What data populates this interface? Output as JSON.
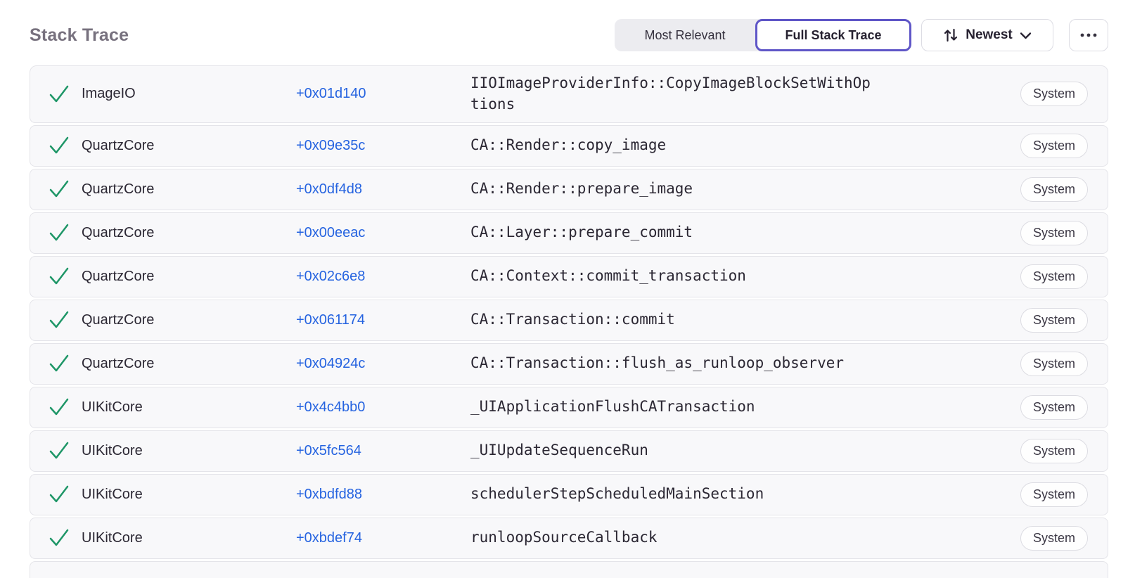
{
  "header": {
    "title": "Stack Trace",
    "view_toggle": {
      "most_relevant": "Most Relevant",
      "full_stack_trace": "Full Stack Trace",
      "selected": "Full Stack Trace"
    },
    "sort": {
      "label": "Newest",
      "icon": "sort-arrows-icon",
      "chevron_icon": "chevron-down-icon"
    },
    "more": {
      "icon": "ellipsis-icon"
    }
  },
  "table": {
    "row_check_icon": "check-icon",
    "rows": [
      {
        "module": "ImageIO",
        "offset": "+0x01d140",
        "function": "IIOImageProviderInfo::CopyImageBlockSetWithOptions",
        "tag": "System"
      },
      {
        "module": "QuartzCore",
        "offset": "+0x09e35c",
        "function": "CA::Render::copy_image",
        "tag": "System"
      },
      {
        "module": "QuartzCore",
        "offset": "+0x0df4d8",
        "function": "CA::Render::prepare_image",
        "tag": "System"
      },
      {
        "module": "QuartzCore",
        "offset": "+0x00eeac",
        "function": "CA::Layer::prepare_commit",
        "tag": "System"
      },
      {
        "module": "QuartzCore",
        "offset": "+0x02c6e8",
        "function": "CA::Context::commit_transaction",
        "tag": "System"
      },
      {
        "module": "QuartzCore",
        "offset": "+0x061174",
        "function": "CA::Transaction::commit",
        "tag": "System"
      },
      {
        "module": "QuartzCore",
        "offset": "+0x04924c",
        "function": "CA::Transaction::flush_as_runloop_observer",
        "tag": "System"
      },
      {
        "module": "UIKitCore",
        "offset": "+0x4c4bb0",
        "function": "_UIApplicationFlushCATransaction",
        "tag": "System"
      },
      {
        "module": "UIKitCore",
        "offset": "+0x5fc564",
        "function": "_UIUpdateSequenceRun",
        "tag": "System"
      },
      {
        "module": "UIKitCore",
        "offset": "+0xbdfd88",
        "function": "schedulerStepScheduledMainSection",
        "tag": "System"
      },
      {
        "module": "UIKitCore",
        "offset": "+0xbdef74",
        "function": "runloopSourceCallback",
        "tag": "System"
      }
    ]
  },
  "colors": {
    "accent_purple": "#5f56c7",
    "link_blue": "#2563e0",
    "check_green": "#1e9667",
    "title_gray": "#77717e",
    "text_dark": "#2b2733",
    "row_bg": "#f8f8fa",
    "row_border": "#e4e4e9",
    "control_border": "#dcdce3",
    "badge_border": "#dcdce2",
    "segment_bg": "#ececf0"
  }
}
